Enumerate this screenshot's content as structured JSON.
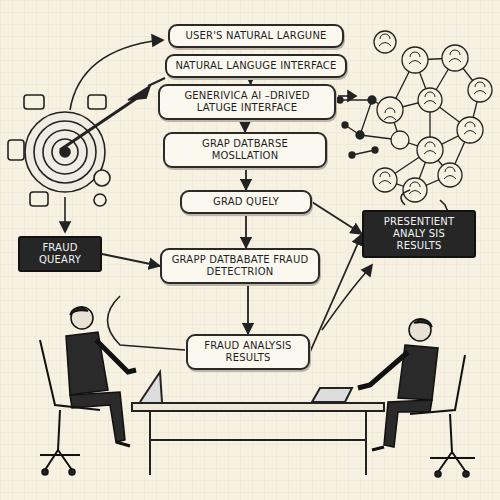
{
  "diagram": {
    "nodes": [
      {
        "text": [
          "USER'S NATURAL LARGUNE"
        ]
      },
      {
        "text": [
          "NATURAL LANGUGE INTERFACE"
        ]
      },
      {
        "text": [
          "GENERIVICA AI –DRIVED LATUGE INTERFACE"
        ]
      },
      {
        "text": [
          "GRAP DATBARSE MOSLLATION"
        ]
      },
      {
        "text": [
          "GRAD QUELY"
        ]
      },
      {
        "text": [
          "FRAUD QUEARY"
        ]
      },
      {
        "text": [
          "GRAPP DATBABATE FRAUD DETECTRION"
        ]
      },
      {
        "text": [
          "PRESENTIENT ANALY SIS RESULTS"
        ]
      },
      {
        "text": [
          "FRAUD ANALYSIS RESULTS"
        ]
      }
    ],
    "edges": [
      {
        "from": 1,
        "to": 2,
        "arrow": "to"
      },
      {
        "from": 2,
        "to": 3,
        "arrow": "to"
      },
      {
        "from": 3,
        "to": 4,
        "arrow": "to"
      },
      {
        "from": 4,
        "to": 6,
        "arrow": "to"
      },
      {
        "from": 5,
        "to": 6,
        "arrow": "to"
      },
      {
        "from": 6,
        "to": 8,
        "arrow": "to"
      },
      {
        "from": 4,
        "to": 7,
        "arrow": "to"
      },
      {
        "from": 8,
        "to": 7,
        "arrow": "to"
      }
    ]
  }
}
